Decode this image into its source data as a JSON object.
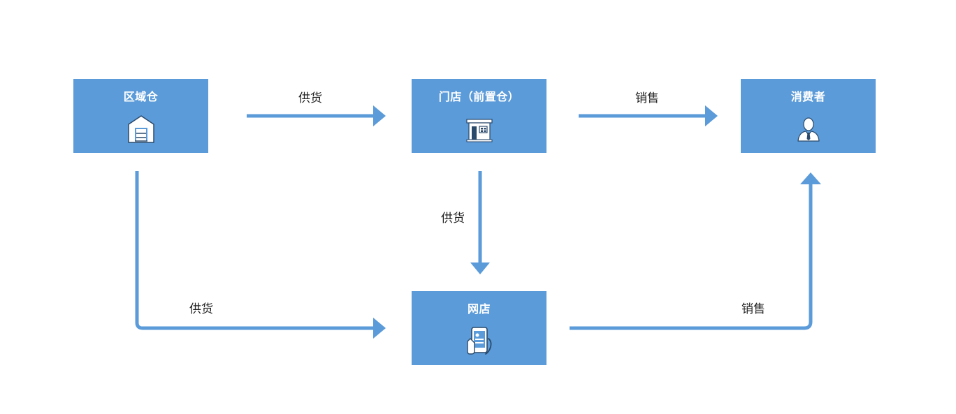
{
  "nodes": {
    "regional_warehouse": {
      "label": "区域仓",
      "icon": "warehouse-icon"
    },
    "store": {
      "label": "门店（前置仓）",
      "icon": "storefront-icon"
    },
    "consumer": {
      "label": "消费者",
      "icon": "user-icon"
    },
    "online_store": {
      "label": "网店",
      "icon": "mobile-shop-icon"
    }
  },
  "edges": {
    "warehouse_to_store": {
      "label": "供货"
    },
    "store_to_consumer": {
      "label": "销售"
    },
    "store_to_online": {
      "label": "供货"
    },
    "warehouse_to_online": {
      "label": "供货"
    },
    "online_to_consumer": {
      "label": "销售"
    }
  },
  "colors": {
    "node_fill": "#5b9bd9",
    "arrow": "#5b9bd9",
    "node_text": "#ffffff",
    "label_text": "#222222"
  }
}
